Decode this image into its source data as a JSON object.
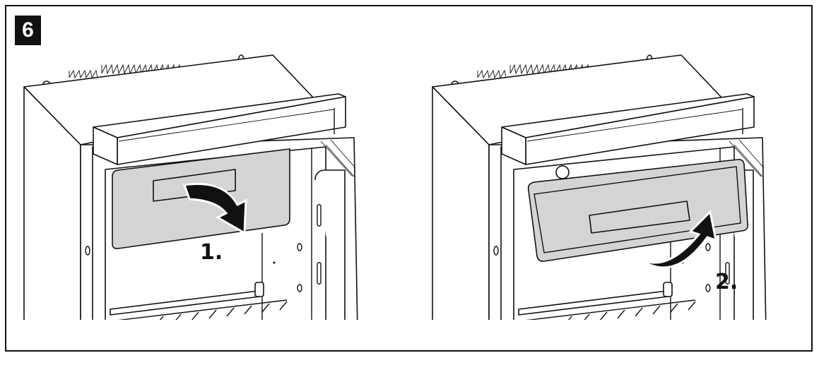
{
  "figure": {
    "number": "6",
    "steps": [
      {
        "label": "1.",
        "action": "pull-down"
      },
      {
        "label": "2.",
        "action": "tilt-up-remove"
      }
    ],
    "colors": {
      "line": "#111111",
      "drawer_fill": "#d4d4d4",
      "badge_bg": "#111111"
    }
  }
}
